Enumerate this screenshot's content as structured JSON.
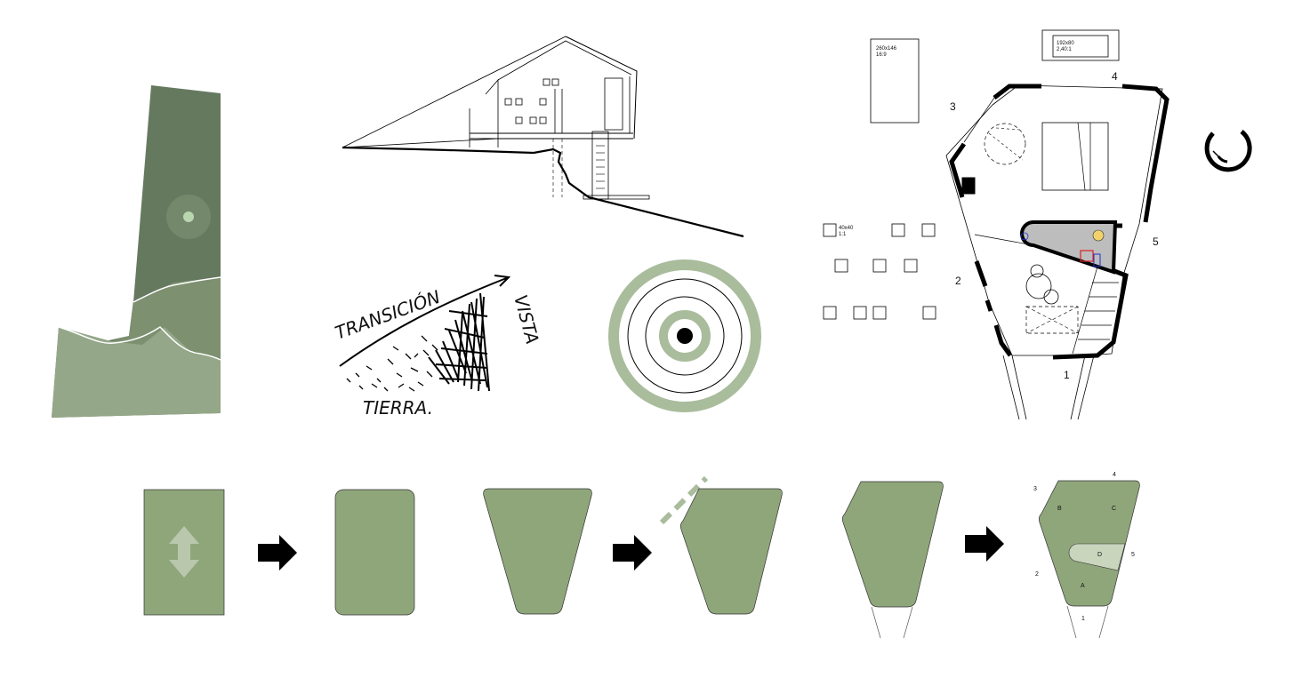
{
  "colors": {
    "green_dark": "#65795f",
    "green_mid": "#7d9070",
    "green_light": "#94a788",
    "green_shape": "#8fa67b",
    "green_pale": "#a9bc9c",
    "accent_point": "#b9d6b0",
    "line": "#000000",
    "plan_gray": "#bdbdbd"
  },
  "sketch": {
    "word_transition": "TRANSICIÓN",
    "word_view": "VISTA",
    "word_earth": "TIERRA."
  },
  "plan": {
    "labels": {
      "n1": "1",
      "n2": "2",
      "n3": "3",
      "n4": "4",
      "n5": "5"
    },
    "frames": [
      {
        "line1": "260x146",
        "line2": "16:9"
      },
      {
        "line1": "192x80",
        "line2": "2,40:1"
      },
      {
        "line1": "40x40",
        "line2": "1:1"
      }
    ]
  },
  "diagram": {
    "labels": {
      "n1": "1",
      "n2": "2",
      "n3": "3",
      "n4": "4",
      "n5": "5",
      "a": "A",
      "b": "B",
      "c": "C",
      "d": "D"
    }
  }
}
